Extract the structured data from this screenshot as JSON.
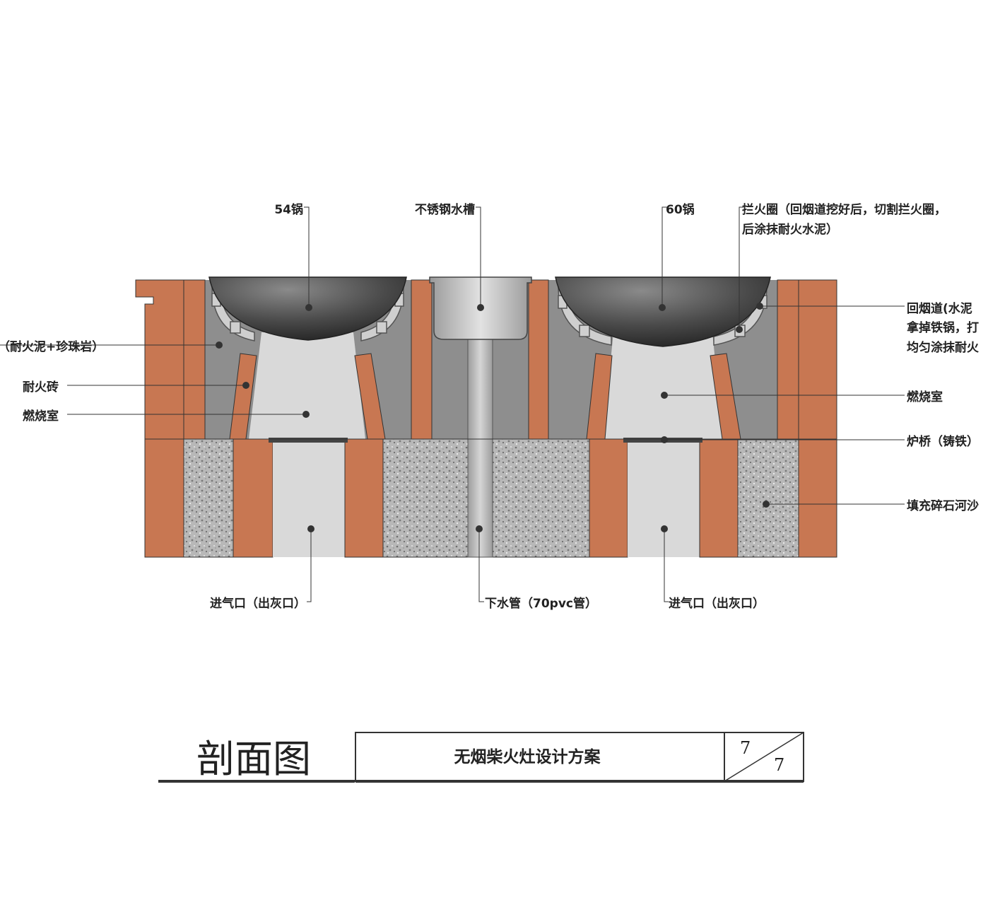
{
  "labels": {
    "pot_54": "54锅",
    "sink": "不锈钢水槽",
    "pot_60": "60锅",
    "fire_ring_line1": "拦火圈（回烟道挖好后，切割拦火圈，",
    "fire_ring_line2": "后涂抹耐火水泥）",
    "smoke_return_line1": "回烟道(水泥",
    "smoke_return_line2": "拿掉铁锅，打",
    "smoke_return_line3": "均匀涂抹耐火",
    "fill_left": "（耐火泥+珍珠岩）",
    "fire_brick": "耐火砖",
    "combustion_left": "燃烧室",
    "combustion_right": "燃烧室",
    "grate": "炉桥（铸铁）",
    "gravel_fill": "填充碎石河沙",
    "air_inlet_left": "进气口（出灰口）",
    "drain_pipe": "下水管（70pvc管）",
    "air_inlet_right": "进气口（出灰口）"
  },
  "title_block": {
    "drawing_title": "剖面图",
    "project_name": "无烟柴火灶设计方案",
    "sheet_number": "7",
    "sheet_total": "7"
  },
  "colors": {
    "brick": "#c87752",
    "filler": "#8e8e8e",
    "chamber": "#d9d9d9",
    "gravel": "#b5b5b5",
    "pot": "#3a3a3a",
    "outline": "#333333"
  }
}
